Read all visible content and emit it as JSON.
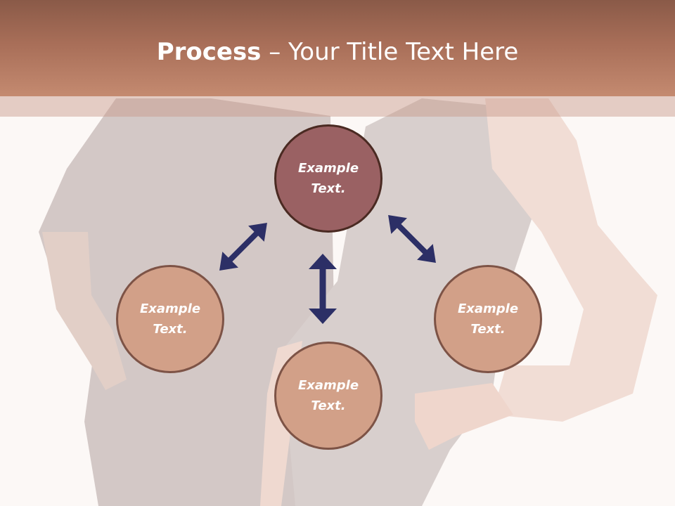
{
  "title": {
    "bold": "Process",
    "rest": " – Your Title Text Here"
  },
  "diagram": {
    "nodes": [
      {
        "text": "Example Text."
      },
      {
        "text": "Example Text."
      },
      {
        "text": "Example Text."
      },
      {
        "text": "Example Text."
      }
    ]
  },
  "colors": {
    "header": "#a86e58",
    "center_node": "#9a6163",
    "outer_node": "#d2a088",
    "arrow": "#2c2f66"
  }
}
